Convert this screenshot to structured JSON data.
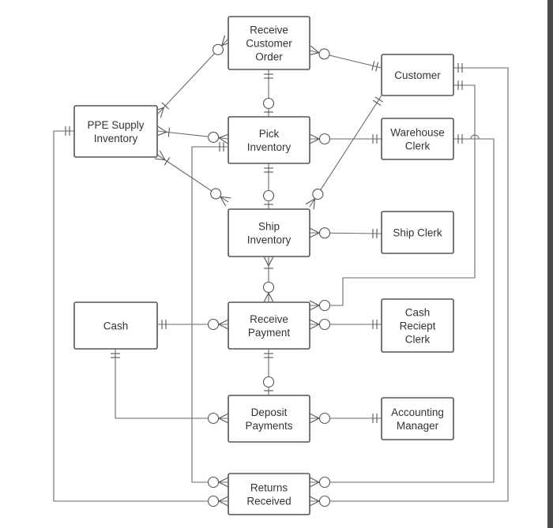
{
  "diagram": {
    "entities": [
      {
        "id": "receive_customer_order",
        "lines": [
          "Receive",
          "Customer",
          "Order"
        ]
      },
      {
        "id": "customer",
        "lines": [
          "Customer"
        ]
      },
      {
        "id": "ppe_supply_inventory",
        "lines": [
          "PPE Supply",
          "Inventory"
        ]
      },
      {
        "id": "pick_inventory",
        "lines": [
          "Pick",
          "Inventory"
        ]
      },
      {
        "id": "warehouse_clerk",
        "lines": [
          "Warehouse",
          "Clerk"
        ]
      },
      {
        "id": "ship_inventory",
        "lines": [
          "Ship",
          "Inventory"
        ]
      },
      {
        "id": "ship_clerk",
        "lines": [
          "Ship Clerk"
        ]
      },
      {
        "id": "cash",
        "lines": [
          "Cash"
        ]
      },
      {
        "id": "receive_payment",
        "lines": [
          "Receive",
          "Payment"
        ]
      },
      {
        "id": "cash_reciept_clerk",
        "lines": [
          "Cash",
          "Reciept",
          "Clerk"
        ]
      },
      {
        "id": "deposit_payments",
        "lines": [
          "Deposit",
          "Payments"
        ]
      },
      {
        "id": "accounting_manager",
        "lines": [
          "Accounting",
          "Manager"
        ]
      },
      {
        "id": "returns_received",
        "lines": [
          "Returns",
          "Received"
        ]
      }
    ],
    "colors": {
      "line": "#6a6a6a",
      "box_border": "#555555",
      "text": "#333333",
      "right_bar": "#4a4a4a"
    }
  }
}
